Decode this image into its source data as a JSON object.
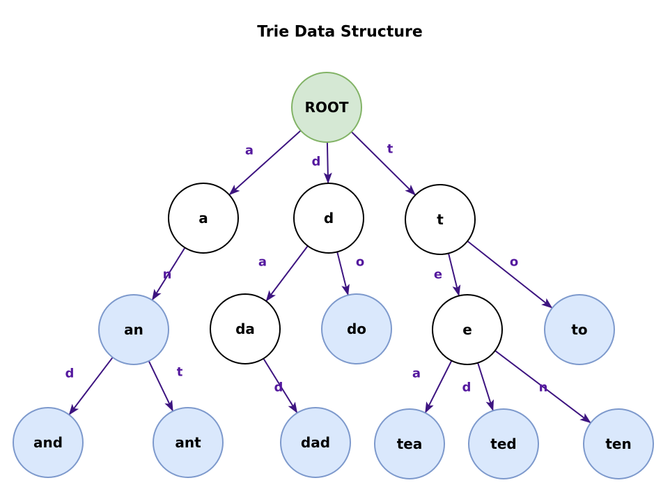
{
  "title": "Trie Data Structure",
  "colors": {
    "root_fill": "#d5e8d4",
    "root_stroke": "#82b366",
    "word_fill": "#dae8fc",
    "word_stroke": "#7d99cc",
    "internal_fill": "#ffffff",
    "internal_stroke": "#000000",
    "edge": "#3d1480",
    "edge_label": "#54189e",
    "node_text": "#000000"
  },
  "nodes": [
    {
      "label": "ROOT",
      "type": "root"
    },
    {
      "label": "a",
      "type": "internal"
    },
    {
      "label": "d",
      "type": "internal"
    },
    {
      "label": "t",
      "type": "internal"
    },
    {
      "label": "an",
      "type": "word"
    },
    {
      "label": "da",
      "type": "internal"
    },
    {
      "label": "do",
      "type": "word"
    },
    {
      "label": "e",
      "type": "internal"
    },
    {
      "label": "to",
      "type": "word"
    },
    {
      "label": "and",
      "type": "word"
    },
    {
      "label": "ant",
      "type": "word"
    },
    {
      "label": "dad",
      "type": "word"
    },
    {
      "label": "tea",
      "type": "word"
    },
    {
      "label": "ted",
      "type": "word"
    },
    {
      "label": "ten",
      "type": "word"
    }
  ],
  "edges": [
    {
      "from": "ROOT",
      "to": "a",
      "label": "a"
    },
    {
      "from": "ROOT",
      "to": "d",
      "label": "d"
    },
    {
      "from": "ROOT",
      "to": "t",
      "label": "t"
    },
    {
      "from": "a",
      "to": "an",
      "label": "n"
    },
    {
      "from": "d",
      "to": "da",
      "label": "a"
    },
    {
      "from": "d",
      "to": "do",
      "label": "o"
    },
    {
      "from": "t",
      "to": "e",
      "label": "e"
    },
    {
      "from": "t",
      "to": "to",
      "label": "o"
    },
    {
      "from": "an",
      "to": "and",
      "label": "d"
    },
    {
      "from": "an",
      "to": "ant",
      "label": "t"
    },
    {
      "from": "da",
      "to": "dad",
      "label": "d"
    },
    {
      "from": "e",
      "to": "tea",
      "label": "a"
    },
    {
      "from": "e",
      "to": "ted",
      "label": "d"
    },
    {
      "from": "e",
      "to": "ten",
      "label": "n"
    }
  ]
}
